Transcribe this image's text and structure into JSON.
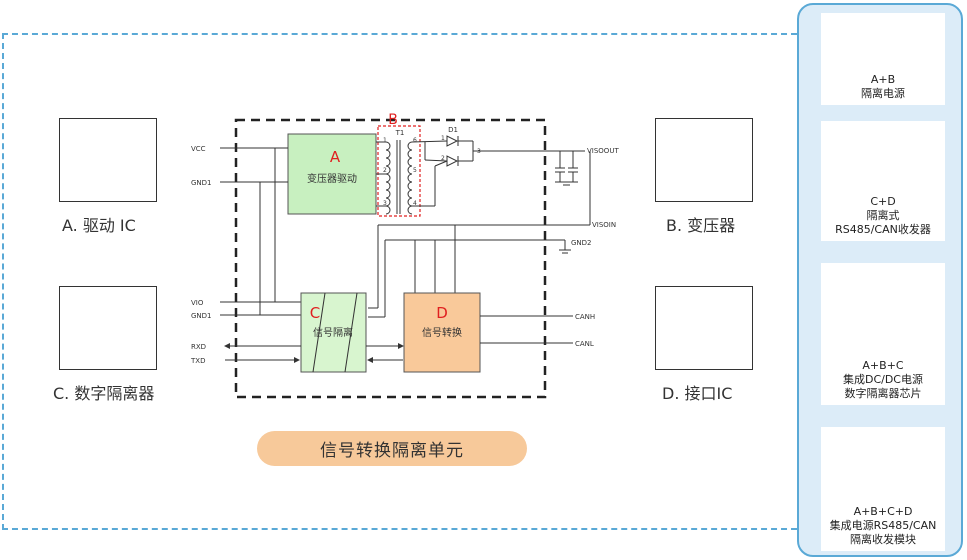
{
  "components": {
    "driver_ic": "A. 驱动 IC",
    "transformer": "B. 变压器",
    "digital_isolator": "C. 数字隔离器",
    "interface_ic": "D. 接口IC"
  },
  "schematic": {
    "block_a": {
      "letter": "A",
      "label": "变压器驱动",
      "color": "#c8f0c0"
    },
    "block_b": {
      "letter": "B",
      "part": "T1"
    },
    "block_c": {
      "letter": "C",
      "label": "信号隔离",
      "color": "#d8f5cf"
    },
    "block_d": {
      "letter": "D",
      "label": "信号转换",
      "color": "#f9c99a"
    },
    "diode": "D1",
    "pins_left": [
      "VCC",
      "GND1",
      "VIO",
      "GND1",
      "RXD",
      "TXD"
    ],
    "pins_right": [
      "VISOOUT",
      "VISOIN",
      "GND2",
      "CANH",
      "CANL"
    ],
    "transformer_pins": [
      "1",
      "2",
      "3",
      "6",
      "5",
      "4"
    ],
    "diode_pins": [
      "1",
      "2",
      "3"
    ],
    "letter_color": "#e02020"
  },
  "unit_title": "信号转换隔离单元",
  "panel": {
    "cards": [
      {
        "lines": [
          "A+B",
          "隔离电源"
        ]
      },
      {
        "lines": [
          "C+D",
          "隔离式",
          "RS485/CAN收发器"
        ]
      },
      {
        "lines": [
          "A+B+C",
          "集成DC/DC电源",
          "数字隔离器芯片"
        ]
      },
      {
        "lines": [
          "A+B+C+D",
          "集成电源RS485/CAN",
          "隔离收发模块"
        ]
      }
    ]
  },
  "colors": {
    "frame": "#5aa9d6",
    "panel_bg": "#dcecf8",
    "pill": "#f7c99a"
  }
}
